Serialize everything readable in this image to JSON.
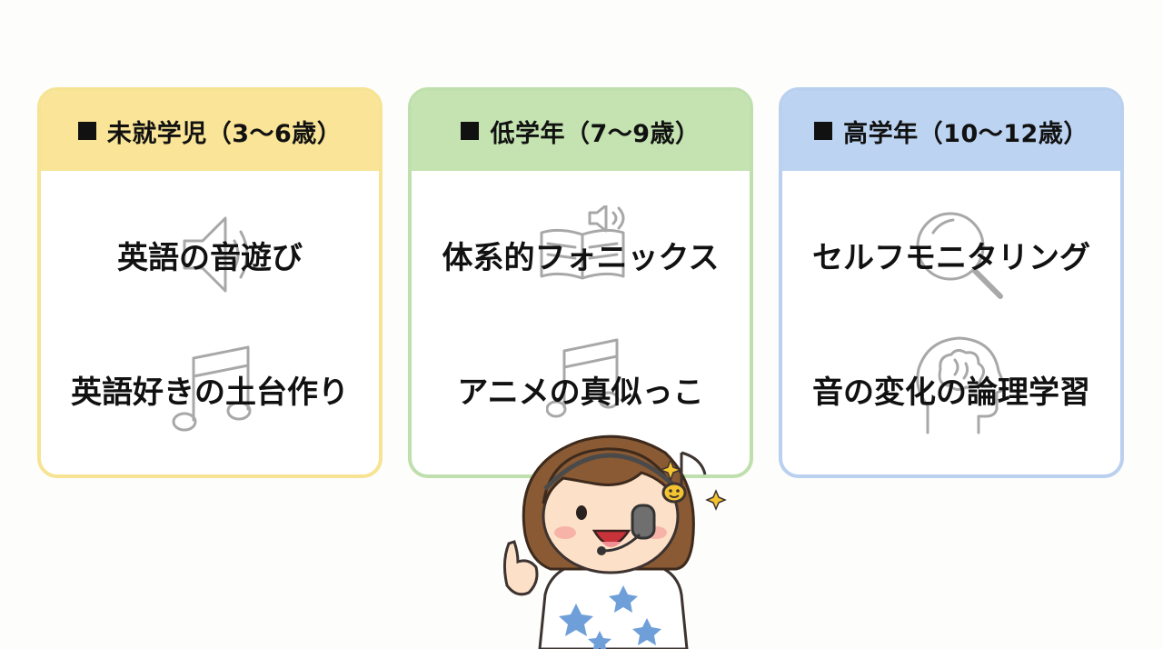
{
  "groups": [
    {
      "header": "未就学児（3〜6歳）",
      "items": [
        "英語の音遊び",
        "英語好きの土台作り"
      ],
      "icons": [
        "speaker-icon",
        "music-note-icon"
      ]
    },
    {
      "header": "低学年（7〜9歳）",
      "items": [
        "体系的フォニックス",
        "アニメの真似っこ"
      ],
      "icons": [
        "book-speaker-icon",
        "music-note-icon"
      ]
    },
    {
      "header": "高学年（10〜12歳）",
      "items": [
        "セルフモニタリング",
        "音の変化の論理学習"
      ],
      "icons": [
        "magnifier-icon",
        "brain-head-icon"
      ]
    }
  ],
  "colors": {
    "preschool_header": "#f9e497",
    "preschool_border": "#f7e394",
    "lower_header": "#c4e3b1",
    "lower_border": "#bfe0ad",
    "upper_header": "#bcd3f1",
    "upper_border": "#b9d0ef"
  }
}
